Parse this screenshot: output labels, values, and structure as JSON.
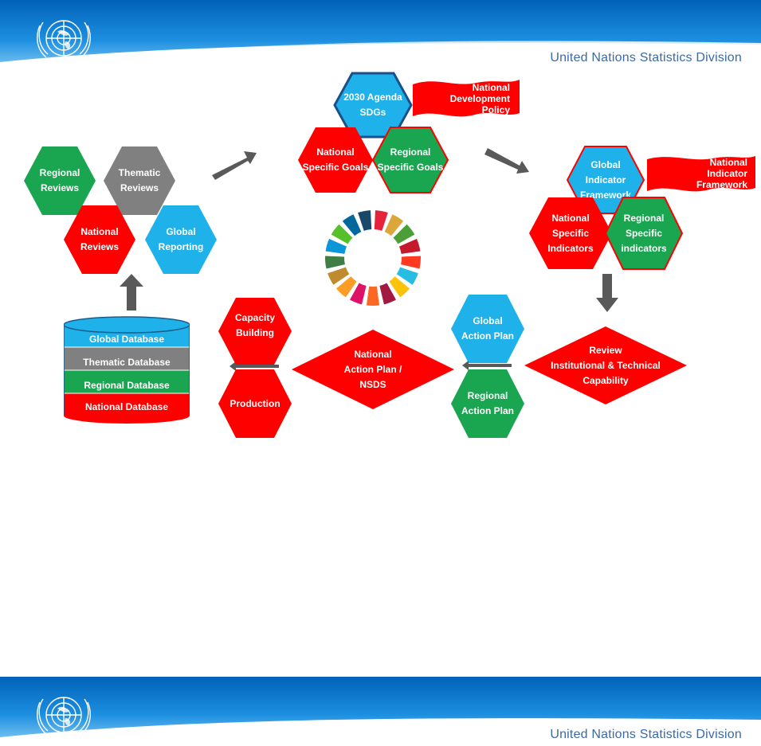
{
  "header": {
    "organization": "United Nations Statistics Division"
  },
  "footer": {
    "organization": "United Nations Statistics Division"
  },
  "colors": {
    "red": "#ff0000",
    "green": "#1aa550",
    "blue": "#1fb2ea",
    "gray": "#808080",
    "arrow": "#595959",
    "banner_blue": "#0a7ad0"
  },
  "reviews": {
    "regional": "Regional\nReviews",
    "thematic": "Thematic\nReviews",
    "national": "National\nReviews",
    "global": "Global\nReporting"
  },
  "databases": {
    "global": "Global Database",
    "thematic": "Thematic Database",
    "regional": "Regional Database",
    "national": "National Database"
  },
  "agenda": {
    "sdgs": "2030 Agenda\nSDGs",
    "policy_flag": "National\nDevelopment\nPolicy",
    "national_goals": "National\nSpecific Goals",
    "regional_goals": "Regional\nSpecific Goals"
  },
  "indicators": {
    "global_framework": "Global\nIndicator\nFramework",
    "national_flag": "National\nIndicator\nFramework",
    "national_indicators": "National\nSpecific\nIndicators",
    "regional_indicators": "Regional\nSpecific\nindicators"
  },
  "review_capability": "Review\nInstitutional & Technical\nCapability",
  "action_plans": {
    "global": "Global\nAction Plan",
    "regional": "Regional\nAction Plan",
    "national": "National\nAction Plan /\nNSDS"
  },
  "capacity": {
    "building": "Capacity\nBuilding",
    "production": "Production"
  },
  "sdg_wheel": {
    "segment_colors": [
      "#e5243b",
      "#dda63a",
      "#4c9f38",
      "#c5192d",
      "#ff3a21",
      "#26bde2",
      "#fcc30b",
      "#a21942",
      "#fd6925",
      "#dd1367",
      "#fd9d24",
      "#bf8b2e",
      "#3f7e44",
      "#0a97d9",
      "#56c02b",
      "#00689d",
      "#19486a"
    ]
  }
}
